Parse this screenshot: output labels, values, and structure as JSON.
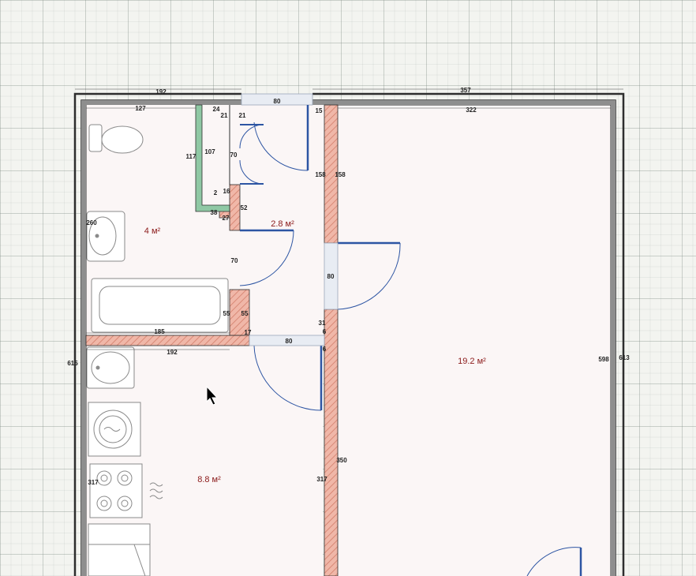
{
  "colors": {
    "wall": "#2d2d2d",
    "partition_fill": "#f0b7a8",
    "partition_hatch": "#d07a66",
    "green_wall": "#8fc8a4",
    "door_blue": "#2d55a3",
    "room_fill": "#fbf6f6",
    "area_text": "#8b1a1a"
  },
  "dimensions": {
    "d192_top": "192",
    "d357_top": "357",
    "d80_top": "80",
    "d127": "127",
    "d322": "322",
    "d24": "24",
    "d21a": "21",
    "d21b": "21",
    "d15": "15",
    "d117": "117",
    "d107": "107",
    "d70a": "70",
    "d158a": "158",
    "d158b": "158",
    "d2": "2",
    "d16": "16",
    "d38": "38",
    "d27": "27",
    "d52": "52",
    "d260": "260",
    "d70b": "70",
    "d80_mid": "80",
    "d55a": "55",
    "d55b": "55",
    "d185": "185",
    "d17": "17",
    "d80_low": "80",
    "d31": "31",
    "d6a": "6",
    "d6b": "6",
    "d192_low": "192",
    "d615": "615",
    "d598": "598",
    "d613": "613",
    "d350": "350",
    "d317a": "317",
    "d317b": "317"
  },
  "rooms": {
    "bathroom_area": "4 м²",
    "hall_area": "2.8 м²",
    "living_area": "19.2 м²",
    "kitchen_area": "8.8 м²"
  },
  "fixtures": [
    "toilet-icon",
    "sink-icon",
    "bathtub-icon",
    "kitchen-sink-icon",
    "washing-machine-icon",
    "stove-icon",
    "fridge-icon"
  ]
}
